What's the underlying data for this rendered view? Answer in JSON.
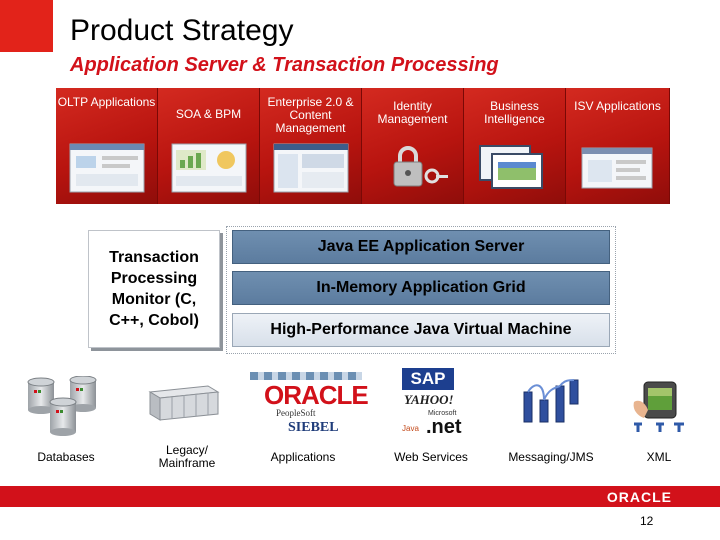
{
  "header": {
    "title": "Product Strategy",
    "subtitle": "Application Server & Transaction Processing"
  },
  "tiles": [
    {
      "label": "OLTP Applications"
    },
    {
      "label": "SOA & BPM"
    },
    {
      "label": "Enterprise 2.0 & Content Management"
    },
    {
      "label": "Identity Management"
    },
    {
      "label": "Business Intelligence"
    },
    {
      "label": "ISV Applications"
    }
  ],
  "tp_monitor": {
    "label": "Transaction Processing Monitor (C, C++, Cobol)"
  },
  "stack": {
    "java_ee": "Java EE Application Server",
    "grid": "In-Memory Application Grid",
    "jvm": "High-Performance Java Virtual Machine"
  },
  "bottom": {
    "databases": "Databases",
    "legacy": "Legacy/ Mainframe",
    "applications": "Applications",
    "web_services": "Web Services",
    "messaging": "Messaging/JMS",
    "xml": "XML"
  },
  "logos": {
    "oracle": "ORACLE",
    "peoplesoft": "PeopleSoft",
    "siebel": "SIEBEL",
    "sap": "SAP",
    "yahoo": "YAHOO!",
    "microsoft": "Microsoft",
    "net": ".net",
    "java": "Java"
  },
  "footer": {
    "brand": "ORACLE",
    "page": "12"
  },
  "colors": {
    "accent_red": "#d2111a",
    "bar_blue": "#5c7c9f"
  }
}
